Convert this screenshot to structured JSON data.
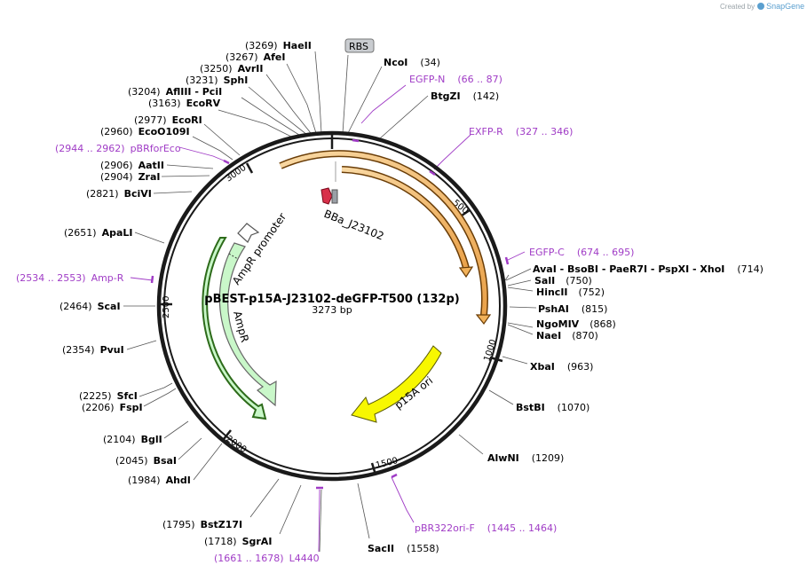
{
  "credit": {
    "created_by": "Created by",
    "brand": "SnapGene"
  },
  "plasmid": {
    "name": "pBEST-p15A-J23102-deGFP-T500 (132p)",
    "length": "3273 bp"
  },
  "ticks": [
    "500",
    "1000",
    "1500",
    "2000",
    "2500",
    "3000"
  ],
  "features": {
    "rbs": "RBS",
    "promoter_bba": "BBa_J23102",
    "ampr_promoter": "AmpR promoter",
    "ampr": "AmpR",
    "ori": "p15A ori"
  },
  "sites": [
    {
      "name": "HaeII",
      "pos": "(3269)"
    },
    {
      "name": "AfeI",
      "pos": "(3267)"
    },
    {
      "name": "AvrII",
      "pos": "(3250)"
    },
    {
      "name": "SphI",
      "pos": "(3231)"
    },
    {
      "name": "AflIII  - PciI",
      "pos": "(3204)"
    },
    {
      "name": "EcoRV",
      "pos": "(3163)"
    },
    {
      "name": "EcoRI",
      "pos": "(2977)"
    },
    {
      "name": "EcoO109I",
      "pos": "(2960)"
    },
    {
      "name": "AatII",
      "pos": "(2906)"
    },
    {
      "name": "ZraI",
      "pos": "(2904)"
    },
    {
      "name": "BciVI",
      "pos": "(2821)"
    },
    {
      "name": "ApaLI",
      "pos": "(2651)"
    },
    {
      "name": "ScaI",
      "pos": "(2464)"
    },
    {
      "name": "PvuI",
      "pos": "(2354)"
    },
    {
      "name": "SfcI",
      "pos": "(2225)"
    },
    {
      "name": "FspI",
      "pos": "(2206)"
    },
    {
      "name": "BglI",
      "pos": "(2104)"
    },
    {
      "name": "BsaI",
      "pos": "(2045)"
    },
    {
      "name": "AhdI",
      "pos": "(1984)"
    },
    {
      "name": "BstZ17I",
      "pos": "(1795)"
    },
    {
      "name": "SgrAI",
      "pos": "(1718)"
    },
    {
      "name": "NcoI",
      "pos": "(34)"
    },
    {
      "name": "BtgZI",
      "pos": "(142)"
    },
    {
      "name": "AvaI  - BsoBI  - PaeR7I  - PspXI  - XhoI",
      "pos": "(714)"
    },
    {
      "name": "SalI",
      "pos": "(750)"
    },
    {
      "name": "HincII",
      "pos": "(752)"
    },
    {
      "name": "PshAI",
      "pos": "(815)"
    },
    {
      "name": "NgoMIV",
      "pos": "(868)"
    },
    {
      "name": "NaeI",
      "pos": "(870)"
    },
    {
      "name": "XbaI",
      "pos": "(963)"
    },
    {
      "name": "BstBI",
      "pos": "(1070)"
    },
    {
      "name": "AlwNI",
      "pos": "(1209)"
    },
    {
      "name": "SacII",
      "pos": "(1558)"
    }
  ],
  "primers": [
    {
      "name": "pBRforEco",
      "range": "(2944 .. 2962)"
    },
    {
      "name": "Amp-R",
      "range": "(2534 .. 2553)"
    },
    {
      "name": "EGFP-N",
      "range": "(66 .. 87)"
    },
    {
      "name": "EXFP-R",
      "range": "(327 .. 346)"
    },
    {
      "name": "EGFP-C",
      "range": "(674 .. 695)"
    },
    {
      "name": "pBR322ori-F",
      "range": "(1445 .. 1464)"
    },
    {
      "name": "L4440",
      "range": "(1661 .. 1678)"
    }
  ],
  "colors": {
    "backbone": "#1a1a1a",
    "primer": "#a03cc6",
    "deGFP_orange": "#f2b25a",
    "ampr_green": "#c9f7c9",
    "ori_yellow": "#f7f700",
    "promoter_red": "#d8304a"
  }
}
